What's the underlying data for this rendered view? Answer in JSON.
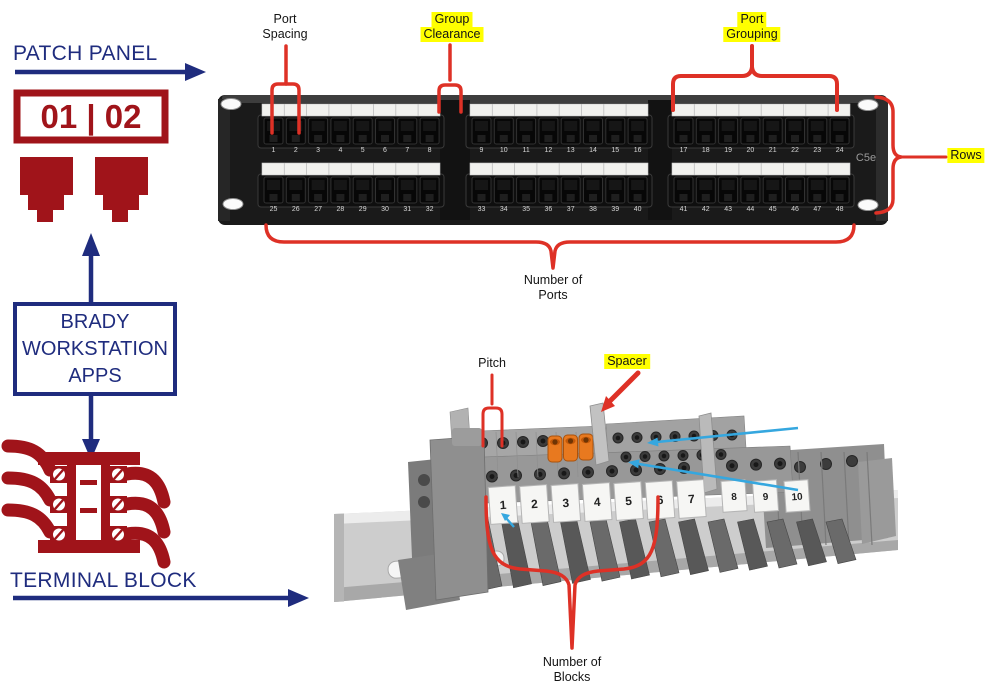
{
  "title_flow": {
    "patch_panel_label": "PATCH PANEL",
    "jack_icon_text": "01 | 02",
    "brady_lines": [
      "BRADY",
      "WORKSTATION",
      "APPS"
    ],
    "terminal_block_label": "TERMINAL BLOCK"
  },
  "patch_panel": {
    "model": "C5e",
    "ports_per_group": 8,
    "rows": [
      {
        "groups": [
          {
            "start": 1
          },
          {
            "start": 9
          },
          {
            "start": 17
          }
        ]
      },
      {
        "groups": [
          {
            "start": 25
          },
          {
            "start": 33
          },
          {
            "start": 41
          }
        ]
      }
    ]
  },
  "terminal_block": {
    "block_labels": [
      "1",
      "2",
      "3",
      "4",
      "5",
      "6",
      "7",
      "8",
      "9",
      "10"
    ]
  },
  "annotations": {
    "port_spacing": {
      "line1": "Port",
      "line2": "Spacing",
      "highlighted": false
    },
    "group_clearance": {
      "line1": "Group",
      "line2": "Clearance",
      "highlighted": true
    },
    "port_grouping": {
      "line1": "Port",
      "line2": "Grouping",
      "highlighted": true
    },
    "rows": {
      "line1": "Rows",
      "highlighted": true
    },
    "number_of_ports": {
      "line1": "Number of",
      "line2": "Ports",
      "highlighted": false
    },
    "pitch": {
      "line1": "Pitch",
      "highlighted": false
    },
    "spacer": {
      "line1": "Spacer",
      "highlighted": true
    },
    "number_of_blocks": {
      "line1": "Number of",
      "line2": "Blocks",
      "highlighted": false
    }
  },
  "colors": {
    "navy": "#1F2C7E",
    "brand_red": "#A0141A",
    "annotation_red": "#DE3126",
    "highlight_yellow": "#FFFF00",
    "callout_blue": "#35A7DF"
  }
}
